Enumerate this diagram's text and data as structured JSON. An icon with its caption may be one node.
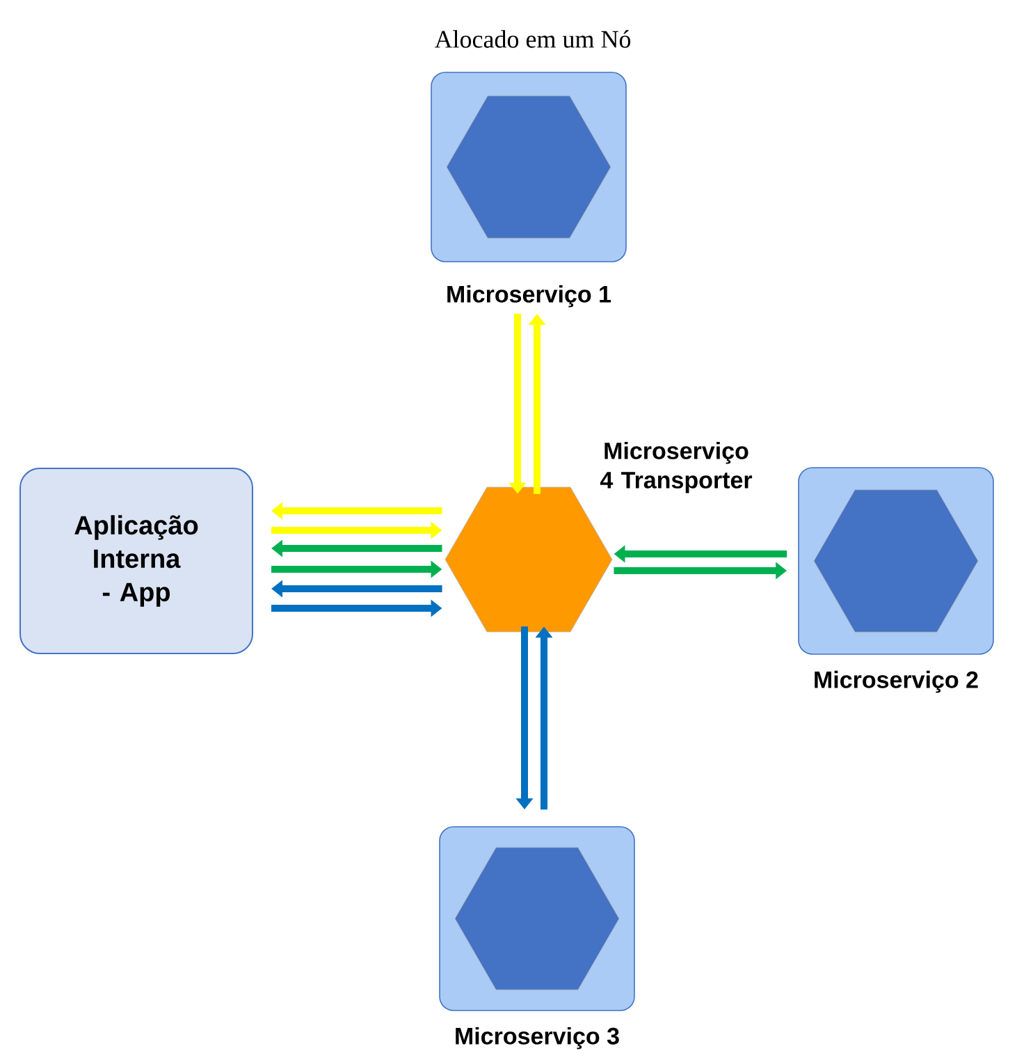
{
  "diagram": {
    "title": "Alocado em um Nó",
    "nodes": [
      {
        "text": [
          "Microserviço 1"
        ]
      },
      {
        "text": [],
        "shape": "hexagon",
        "in": 0
      },
      {
        "text": [
          "Aplicação Interna - App"
        ]
      },
      {
        "text": [
          "Microserviço 4 Transporter"
        ]
      },
      {
        "text": [
          "Microserviço 2"
        ]
      },
      {
        "text": [],
        "shape": "hexagon",
        "in": 4
      },
      {
        "text": [
          "Microserviço 3"
        ]
      },
      {
        "text": [],
        "shape": "hexagon",
        "in": 6
      }
    ],
    "edges": [
      {
        "from": 3,
        "to": 2,
        "arrow": "to",
        "color": "#ffff00"
      },
      {
        "from": 2,
        "to": 3,
        "arrow": "to",
        "color": "#ffff00"
      },
      {
        "from": 3,
        "to": 2,
        "arrow": "to",
        "color": "#00b050"
      },
      {
        "from": 2,
        "to": 3,
        "arrow": "to",
        "color": "#00b050"
      },
      {
        "from": 3,
        "to": 2,
        "arrow": "to",
        "color": "#0070c0"
      },
      {
        "from": 2,
        "to": 3,
        "arrow": "to",
        "color": "#0070c0"
      },
      {
        "from": 0,
        "to": 3,
        "arrow": "to",
        "color": "#ffff00"
      },
      {
        "from": 3,
        "to": 0,
        "arrow": "to",
        "color": "#ffff00"
      },
      {
        "from": 4,
        "to": 3,
        "arrow": "to",
        "color": "#00b050"
      },
      {
        "from": 3,
        "to": 4,
        "arrow": "to",
        "color": "#00b050"
      },
      {
        "from": 3,
        "to": 6,
        "arrow": "to",
        "color": "#0070c0"
      },
      {
        "from": 6,
        "to": 3,
        "arrow": "to",
        "color": "#0070c0"
      }
    ]
  }
}
